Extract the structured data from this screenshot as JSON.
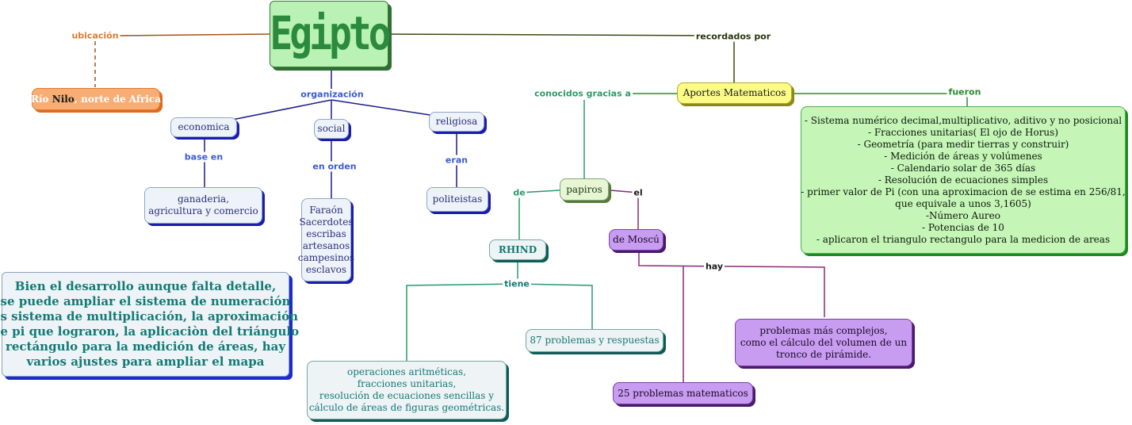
{
  "title": "Egipto",
  "ubicacion": {
    "label": "ubicación",
    "node_parts": [
      "Río ",
      "Nilo",
      ", norte de Africa"
    ]
  },
  "organizacion": {
    "label": "organización",
    "economica": {
      "title": "economica",
      "link": "base en",
      "detail": [
        "ganaderia,",
        "agricultura y comercio"
      ]
    },
    "social": {
      "title": "social",
      "link": "en orden",
      "detail": [
        "Faraón",
        "Sacerdotes",
        "escribas",
        "artesanos",
        "campesinos",
        "esclavos"
      ]
    },
    "religiosa": {
      "title": "religiosa",
      "link": "eran",
      "detail": [
        "politeistas"
      ]
    }
  },
  "recordados": {
    "label": "recordados por",
    "aportes": "Aportes Matematicos",
    "fueron_label": "fueron",
    "fueron_items": [
      "- Sistema numérico decimal,multiplicativo, aditivo y no posicional",
      "- Fracciones unitarias( El ojo de Horus)",
      "- Geometría (para medir tierras y construir)",
      "- Medición de áreas y volúmenes",
      "- Calendario solar de 365 días",
      "- Resolución de ecuaciones simples",
      "- primer valor de Pi (con una aproximacion de se estima en 256/81,",
      "que equivale a unos 3,1605)",
      "-Número Aureo",
      "- Potencias de 10",
      "- aplicaron el triangulo rectangulo para la medicion de areas"
    ],
    "conocidos_label": "conocidos gracias a"
  },
  "papiros": {
    "title": "papiros",
    "de_label": "de",
    "el_label": "el",
    "rhind": {
      "title": "RHIND",
      "tiene_label": "tiene",
      "operaciones": [
        "operaciones aritméticas,",
        "fracciones unitarias,",
        "resolución de ecuaciones sencillas y",
        "cálculo de áreas de figuras geométricas."
      ],
      "problemas": "87 problemas y respuestas"
    },
    "moscu": {
      "title": "de Moscú",
      "hay_label": "hay",
      "problemas25": "25 problemas matematicos",
      "complejos": [
        "problemas más complejos,",
        "como el cálculo del volumen de un",
        "tronco de pirámide."
      ]
    }
  },
  "comment": [
    "Bien el desarrollo aunque falta detalle,",
    "se puede ampliar el sistema de numeración",
    "es sistema de multiplicación, la aproximación",
    "de pi que lograron, la aplicaciòn del triángulo",
    "rectángulo para la medición de áreas, hay",
    "varios ajustes para ampliar el mapa"
  ],
  "colors": {
    "orange": "#e07a2e",
    "navy": "#1b1b8a",
    "blue_text": "#3a5ad0",
    "teal": "#2a9a6a",
    "teal_text": "#127a75",
    "dark_green": "#3a4a10",
    "green": "#2e8a2e",
    "purple": "#8a2a7a",
    "title_text": "#2b8a3e"
  }
}
